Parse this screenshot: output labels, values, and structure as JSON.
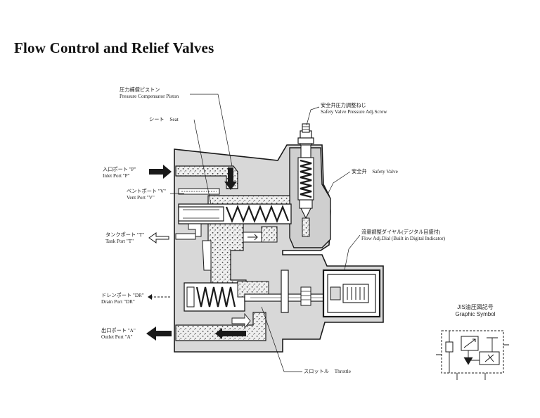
{
  "title": "Flow Control and Relief Valves",
  "labels": {
    "pressure_compensator_piston": {
      "jp": "圧力補償ピストン",
      "en": "Pressure Compensator Piston"
    },
    "seat": {
      "jp": "シート",
      "en": "Seat"
    },
    "inlet_port": {
      "jp": "入口ポート \"P\"",
      "en": "Inlet Port \"P\""
    },
    "vent_port": {
      "jp": "ベントポート \"V\"",
      "en": "Vent Port \"V\""
    },
    "tank_port": {
      "jp": "タンクポート \"T\"",
      "en": "Tank Port \"T\""
    },
    "drain_port": {
      "jp": "ドレンポート \"DR\"",
      "en": "Drain Port \"DR\""
    },
    "outlet_port": {
      "jp": "出口ポート \"A\"",
      "en": "Outlet Port \"A\""
    },
    "safety_valve_screw": {
      "jp": "安全弁圧力調整ねじ",
      "en": "Safety Valve Pressure Adj.Screw"
    },
    "safety_valve": {
      "jp": "安全弁",
      "en": "Safety Valve"
    },
    "flow_adj_dial": {
      "jp": "流量調整ダイヤル(デジタル目盛付)",
      "en": "Flow Adj.Dial (Built in Digital Indicator)"
    },
    "throttle": {
      "jp": "スロットル",
      "en": "Throttle"
    }
  },
  "graphic_symbol": {
    "jp": "JIS油圧図記号",
    "en": "Graphic Symbol"
  },
  "colors": {
    "ink": "#1a1a1a",
    "body_fill": "#d6d6d6",
    "oil_fill": "#ededed",
    "paper": "#ffffff"
  }
}
